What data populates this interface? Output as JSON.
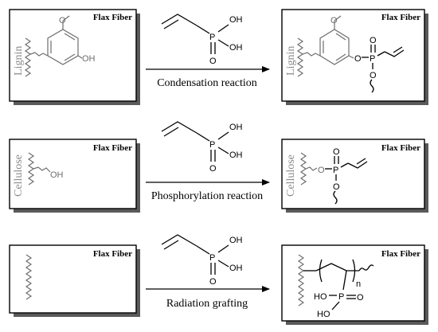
{
  "box_label": "Flax Fiber",
  "polymers": {
    "lignin": "Lignin",
    "cellulose": "Cellulose"
  },
  "reactions": {
    "condensation": "Condensation reaction",
    "phosphorylation": "Phosphorylation reaction",
    "radiation": "Radiation grafting"
  },
  "atoms": {
    "oh": "OH",
    "o": "O",
    "p": "P",
    "ho": "HO",
    "n": "n"
  }
}
